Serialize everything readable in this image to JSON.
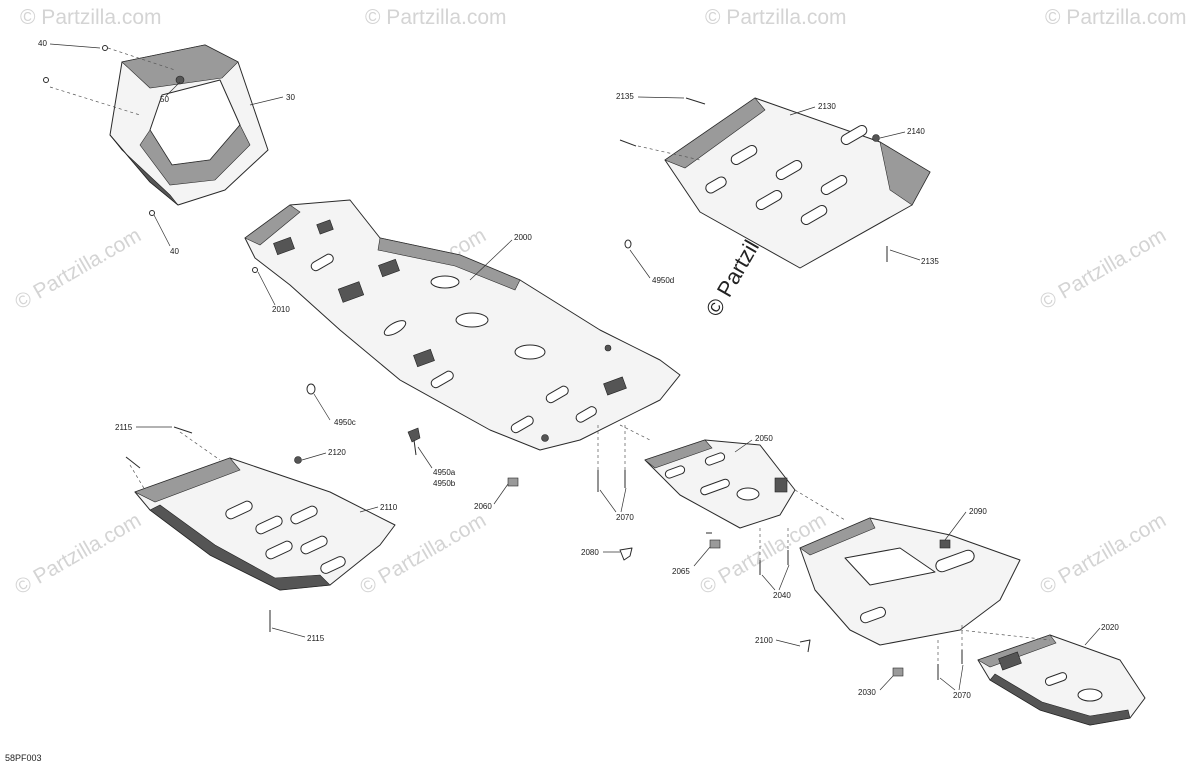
{
  "watermark": {
    "text": "© Partzilla.com",
    "big_text": "© Partzilla.com"
  },
  "diagram_code": "58PF003",
  "callouts": [
    "40",
    "50",
    "30",
    "40",
    "2135",
    "2130",
    "2140",
    "2135",
    "2000",
    "2010",
    "4950d",
    "4950c",
    "4950a",
    "4950b",
    "2115",
    "2120",
    "2110",
    "2115",
    "2060",
    "2050",
    "2070",
    "2080",
    "2065",
    "2040",
    "2090",
    "2100",
    "2030",
    "2070",
    "2020"
  ]
}
